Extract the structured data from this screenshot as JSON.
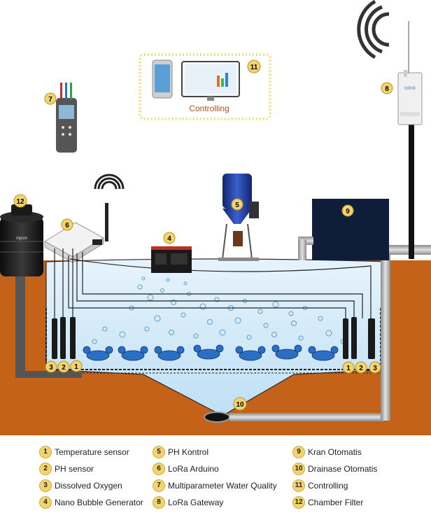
{
  "badges": [
    "1",
    "2",
    "3",
    "4",
    "5",
    "6",
    "7",
    "8",
    "9",
    "10",
    "11",
    "12"
  ],
  "labels": {
    "controlling": "Controlling",
    "mpcin": "mpcin",
    "brand_small": "lolink"
  },
  "legend": [
    {
      "num": "1",
      "label": "Temperature sensor"
    },
    {
      "num": "2",
      "label": "PH sensor"
    },
    {
      "num": "3",
      "label": "Dissolved Oxygen"
    },
    {
      "num": "4",
      "label": "Nano Bubble Generator"
    },
    {
      "num": "5",
      "label": "PH Kontrol"
    },
    {
      "num": "6",
      "label": "LoRa Arduino"
    },
    {
      "num": "7",
      "label": "Multiparameter Water Quality"
    },
    {
      "num": "8",
      "label": "LoRa Gateway"
    },
    {
      "num": "9",
      "label": "Kran Otomatis"
    },
    {
      "num": "10",
      "label": "Drainase Otomatis"
    },
    {
      "num": "11",
      "label": "Controlling"
    },
    {
      "num": "12",
      "label": "Chamber Filter"
    }
  ],
  "colors": {
    "soil": "#c4621a",
    "water": "#d6ebf8",
    "badge": "#f3d36b",
    "pipe": "#a8a8a8",
    "pump_blue": "#1f3f9a",
    "tank_dark": "#0f1c3a"
  }
}
